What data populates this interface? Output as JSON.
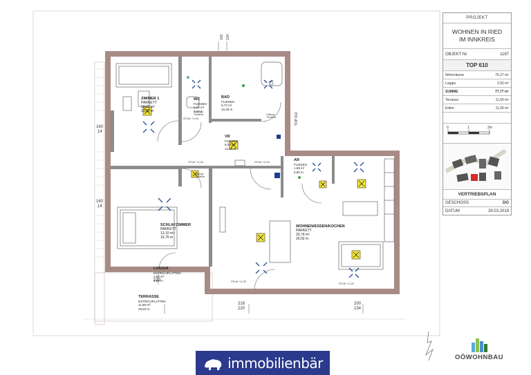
{
  "title_block": {
    "projekt_label": "PROJEKT",
    "project_name_line1": "WOHNEN IN RIED",
    "project_name_line2": "IM INNKREIS",
    "objekt_label": "OBJEKT Nr.",
    "objekt_nr": "1187",
    "top": "TOP 610",
    "areas": [
      {
        "label": "Wohnräume",
        "value": "75,27 m²",
        "bold": false
      },
      {
        "label": "Loggia",
        "value": "2,50 m²",
        "bold": false
      },
      {
        "label": "SUMME",
        "value": "77,77 m²",
        "bold": true
      },
      {
        "label": "Terrasse",
        "value": "11,69 m²",
        "bold": false
      },
      {
        "label": "Keller",
        "value": "11,06 m²",
        "bold": false
      }
    ],
    "scale_labels": [
      "0",
      "1",
      "2m"
    ],
    "vertriebsplan": "VERTRIEBSPLAN",
    "geschoss_label": "GESCHOSS",
    "geschoss": "DG",
    "datum_label": "DATUM",
    "datum": "29.03.2019"
  },
  "rooms": {
    "zimmer1": {
      "name": "ZIMMER 1",
      "floor": "PARKETT",
      "area": "10,62 m²",
      "perimeter": "13,90 m"
    },
    "wc": {
      "name": "WC",
      "floor": "FLIESEN",
      "area": "2,15 m²",
      "perimeter": "6,17 m"
    },
    "bad": {
      "name": "BAD",
      "floor": "FLIESEN",
      "area": "5,73 m²",
      "perimeter": "10,45 m"
    },
    "vr": {
      "name": "VR",
      "floor": "FLIESEN",
      "area": "8,03 m²",
      "perimeter": "12,60 m"
    },
    "ar": {
      "name": "AR",
      "floor": "FLIESEN",
      "area": "1,99 m²",
      "perimeter": "5,80 m"
    },
    "schlafzimmer": {
      "name": "SCHLAFZIMMER",
      "floor": "PARKETT",
      "area": "13,10 m²",
      "perimeter": "15,76 m"
    },
    "wohnen": {
      "name": "WOHNEN/ESSEN/KOCHEN",
      "floor": "PARKETT",
      "area": "33,74 m²",
      "perimeter": "26,02 m"
    },
    "loggia": {
      "name": "LOGGIA",
      "floor": "ESTRICHPLATTEN",
      "area": "2,50 m²",
      "perimeter": "9,50 m"
    },
    "terrasse": {
      "name": "TERRASSE",
      "floor": "ESTRICHPLATTEN",
      "area": "11,69 m²",
      "perimeter": "33,63 m"
    }
  },
  "annotations": {
    "top610": "TOP 610",
    "stuk1": "STUK +2,04",
    "stuk2": "STUK +2,04",
    "stuk3": "STUK +2,04",
    "stuk4": "STUK +2,20",
    "stuk5": "STUK +2,20",
    "lueftung1": "Lüftung Türöffner",
    "lueftung2": "Lüftung Türöffner",
    "lueftung3": "Lüftung Türöffner",
    "dim_220": "220",
    "dim_218": "218",
    "dim_220b": "220",
    "dim_200": "200",
    "dim_134": "134",
    "dim_160": "160",
    "dim_14": "14",
    "dim_160b": "160",
    "dim_14b": "14",
    "dim_100": "100",
    "dim_134b": "134"
  },
  "brand": {
    "banner_text": "immobilienbär",
    "banner_color": "#2b3a8c",
    "oow_text": "OÖWOHNBAU"
  }
}
